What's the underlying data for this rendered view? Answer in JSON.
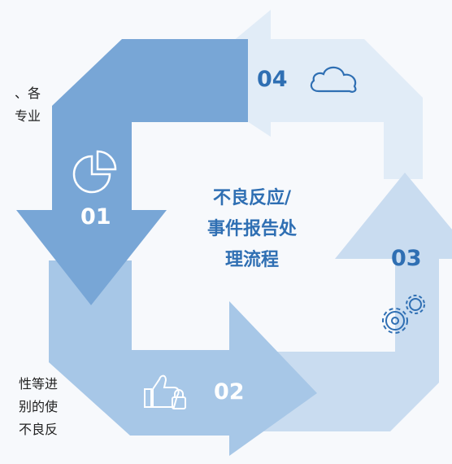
{
  "center_title": {
    "line1": "不良反应/",
    "line2": "事件报告处",
    "line3": "理流程"
  },
  "steps": [
    {
      "number": "01",
      "icon": "pie-chart-icon",
      "color": "#7aa8d8"
    },
    {
      "number": "02",
      "icon": "thumbs-up-lock-icon",
      "color": "#9bc0e3"
    },
    {
      "number": "03",
      "icon": "gears-icon",
      "color": "#c9dcf0"
    },
    {
      "number": "04",
      "icon": "cloud-icon",
      "color": "#dfeaf6"
    }
  ],
  "side_text": {
    "left_top": [
      "、各",
      "专业"
    ],
    "left_bottom": [
      "性等进",
      "别的使",
      "不良反"
    ]
  },
  "colors": {
    "accent": "#2f6fb3",
    "arrow_01": "#7aa8d8",
    "arrow_02": "#a7c7e7",
    "arrow_03": "#c9dcf0",
    "arrow_04": "#e1ecf7"
  }
}
